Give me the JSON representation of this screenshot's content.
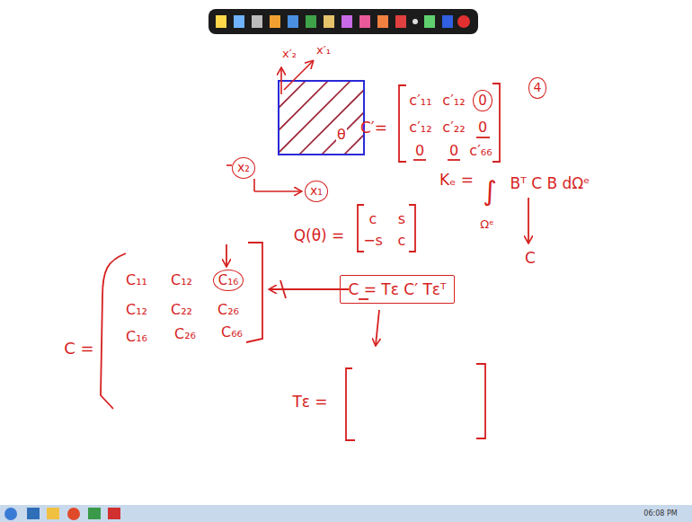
{
  "diagram": {
    "nodes": [
      {
        "text": [
          "x₂"
        ]
      },
      {
        "text": [
          "x₁"
        ]
      },
      {
        "text": [
          "0"
        ]
      },
      {
        "text": [
          "4"
        ]
      },
      {
        "text": [
          "C₁₆"
        ]
      },
      {
        "text": [
          "C = Tε C′ Tεᵀ"
        ]
      }
    ],
    "labels": [
      "x′₂",
      "x′₁",
      "θ",
      "C′=",
      "c′₁₁",
      "c′₁₂",
      "c′₁₂",
      "c′₂₂",
      "0",
      "0",
      "0",
      "c′₆₆",
      "Kₑ =",
      "∫",
      "Ωᵉ",
      "Bᵀ C B dΩᵉ",
      "C",
      "Q(θ) =",
      "c",
      "s",
      "−s",
      "c",
      "C =",
      "C₁₁",
      "C₁₂",
      "C₁₂",
      "C₂₂",
      "C₂₆",
      "C₁₆",
      "C₂₆",
      "C₆₆",
      "Tε =",
      "06:08 PM"
    ]
  }
}
